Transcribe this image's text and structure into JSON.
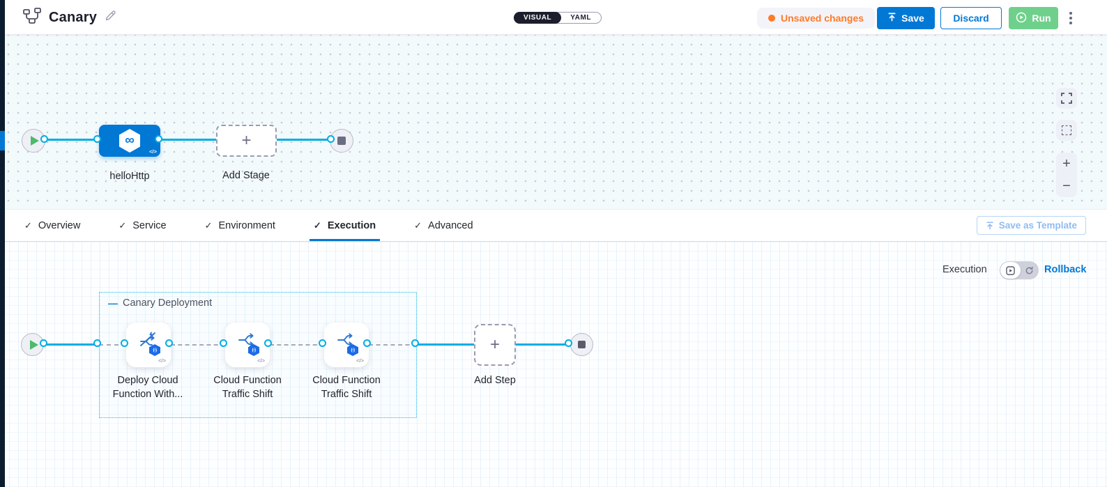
{
  "header": {
    "title": "Canary",
    "mode_toggle": {
      "visual_label": "VISUAL",
      "yaml_label": "YAML"
    },
    "unsaved_changes_label": "Unsaved changes",
    "save_label": "Save",
    "discard_label": "Discard",
    "run_label": "Run"
  },
  "stage_pipeline": {
    "stage_name": "helloHttp",
    "add_stage_label": "Add Stage"
  },
  "tabs": {
    "items": [
      {
        "label": "Overview",
        "active": false
      },
      {
        "label": "Service",
        "active": false
      },
      {
        "label": "Environment",
        "active": false
      },
      {
        "label": "Execution",
        "active": true
      },
      {
        "label": "Advanced",
        "active": false
      }
    ],
    "save_as_template_label": "Save as Template"
  },
  "execution_panel": {
    "execution_label": "Execution",
    "rollback_label": "Rollback",
    "group_title": "Canary Deployment",
    "steps": [
      {
        "name": "Deploy Cloud Function With..."
      },
      {
        "name": "Cloud Function Traffic Shift"
      },
      {
        "name": "Cloud Function Traffic Shift"
      }
    ],
    "add_step_label": "Add Step"
  },
  "icons": {
    "check": "✓",
    "plus": "+",
    "minus": "−",
    "collapse_dash": "—",
    "code": "</>",
    "infinity": "∞",
    "gcf_badge": "(-)"
  },
  "colors": {
    "primary_blue": "#0278d5",
    "connector_cyan": "#00ade4",
    "unsaved_orange": "#ff7b26",
    "run_green": "#6fd08c",
    "rail_navy": "#0b1c2e"
  }
}
